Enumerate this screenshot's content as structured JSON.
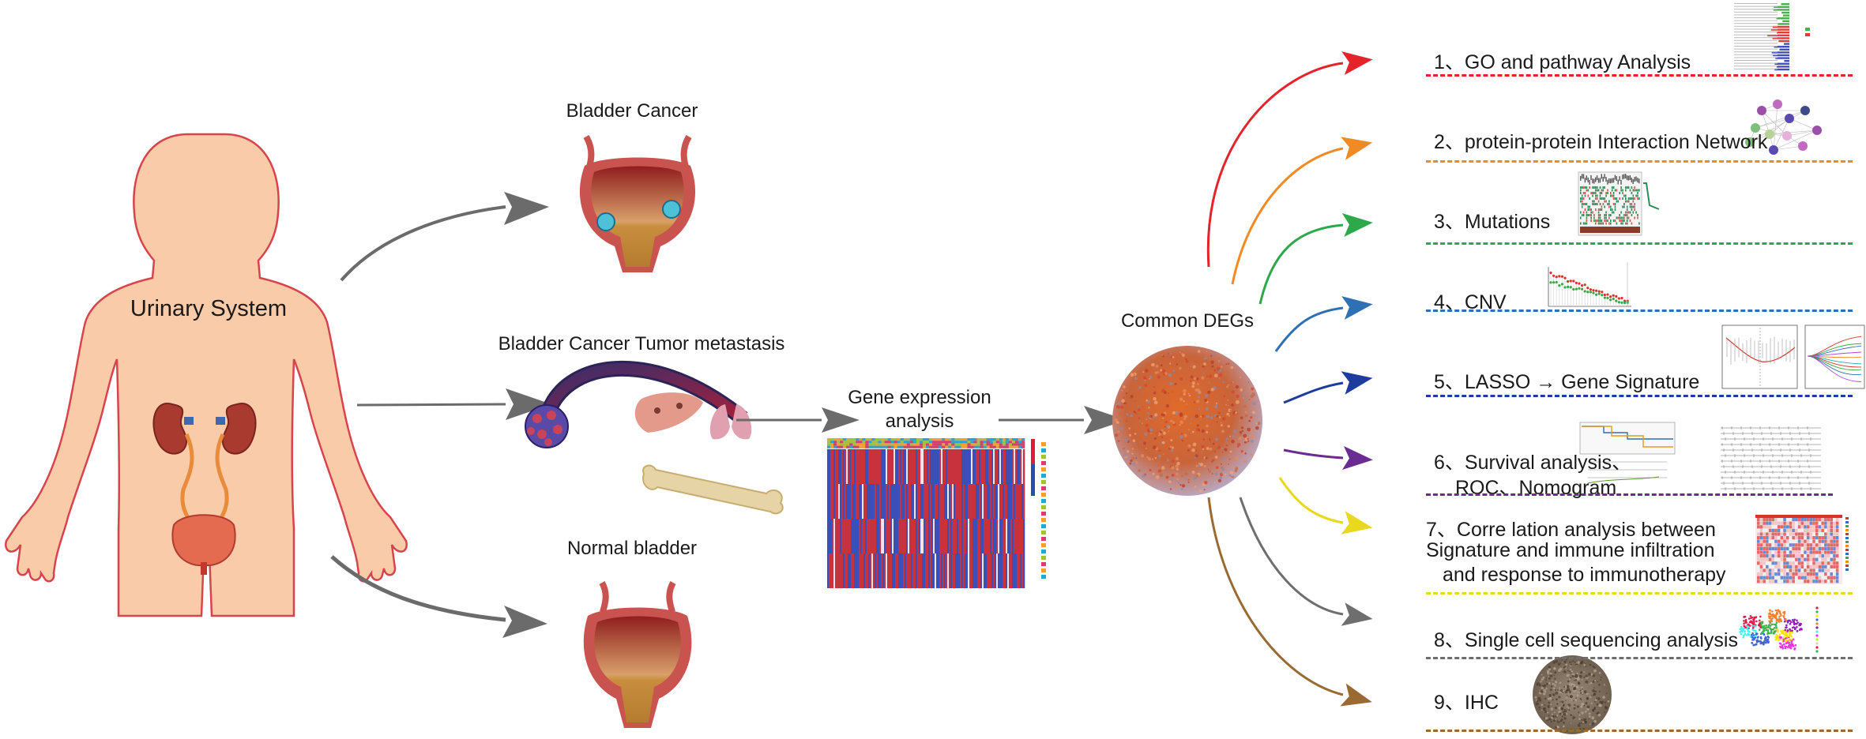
{
  "labels": {
    "urinary_system": "Urinary System",
    "bladder_cancer": "Bladder Cancer",
    "metastasis": "Bladder Cancer  Tumor metastasis",
    "normal_bladder": "Normal bladder",
    "gene_expression": [
      "Gene expression",
      "analysis"
    ],
    "common_degs": "Common DEGs"
  },
  "steps": [
    {
      "lines": [
        "1、GO and pathway Analysis"
      ],
      "color": "#e5232b",
      "thumb": "bar-chart"
    },
    {
      "lines": [
        "2、protein-protein Interaction Network"
      ],
      "color": "#f08a24",
      "thumb": "network"
    },
    {
      "lines": [
        "3、Mutations"
      ],
      "color": "#2da84a",
      "thumb": "oncoplot"
    },
    {
      "lines": [
        "4、CNV"
      ],
      "color": "#2f6fb3",
      "thumb": "cnv-plot"
    },
    {
      "lines": [
        "5、LASSO → Gene Signature"
      ],
      "color": "#1e3c9e",
      "thumb": "lasso-plot"
    },
    {
      "lines": [
        "6、Survival analysis、",
        "ROC、Nomogram"
      ],
      "color": "#6a2c91",
      "thumb": "nomogram"
    },
    {
      "lines": [
        "7、Corre lation analysis between",
        "Signature and immune infiltration",
        "and response to immunotherapy"
      ],
      "color": "#e8d81f",
      "thumb": "heatmap"
    },
    {
      "lines": [
        "8、Single cell sequencing analysis"
      ],
      "color": "#6e6e6e",
      "thumb": "umap"
    },
    {
      "lines": [
        "9、IHC"
      ],
      "color": "#9a6a33",
      "thumb": "ihc-image"
    }
  ],
  "colors": {
    "skin": "#f9cba8",
    "skin_outline": "#d8444c",
    "bladder_wall": "#c9544f",
    "urine": "#c88e3e",
    "arrow_gray": "#6b6b6b"
  }
}
